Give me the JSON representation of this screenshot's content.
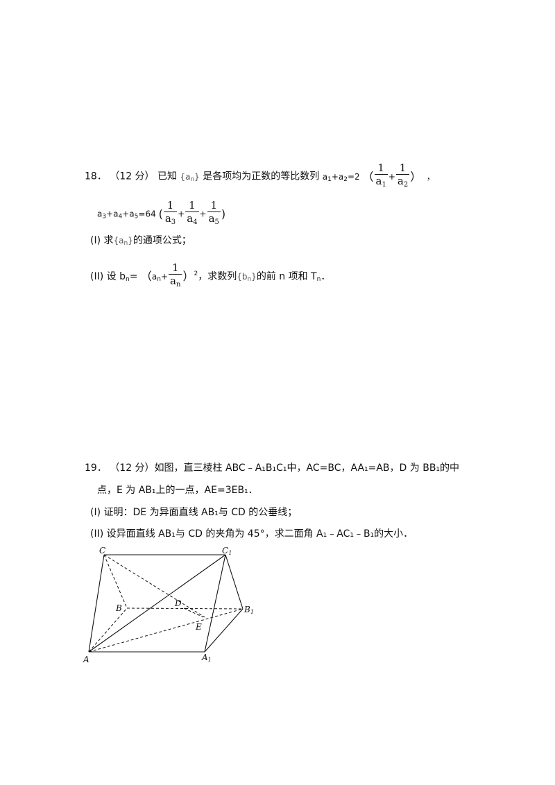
{
  "q18": {
    "number": "18．",
    "points": "（12 分）",
    "text1": "已知",
    "seq_a": "{a",
    "seq_a_sub": "n",
    "seq_close": "}",
    "text2": "是各项均为正数的等比数列",
    "eq1_lhs": "a",
    "one": "1",
    "eq1_rhs": "=2",
    "eq2_lhs": "a",
    "eq2_rhs": "=64",
    "part1_label": "(I)",
    "part1_text1": "求",
    "part1_text2": "的通项公式；",
    "part2_label": "(II)",
    "part2_text1": "设 b",
    "part2_text2": "=",
    "part2_text3": "，求数列",
    "part2_seq": "{b",
    "part2_text4": "的前 n 项和 T",
    "part2_end": "．",
    "sub_n": "n",
    "sup_2": "2",
    "comma": "，"
  },
  "q19": {
    "number": "19．",
    "points": "（12 分）",
    "line1": "如图，直三棱柱 ABC﹣A₁B₁C₁中，AC=BC，AA₁=AB，D 为 BB₁的中",
    "line2": "点，E 为 AB₁上的一点，AE=3EB₁．",
    "part1": "(I) 证明：DE 为异面直线 AB₁与 CD 的公垂线；",
    "part2": "(II) 设异面直线 AB₁与 CD 的夹角为 45°，求二面角 A₁﹣AC₁﹣B₁的大小．"
  },
  "figure": {
    "labels": {
      "C": "C",
      "C1": "C",
      "B": "B",
      "B1": "B",
      "D": "D",
      "E": "E",
      "A": "A",
      "A1": "A",
      "sub1": "1"
    }
  }
}
